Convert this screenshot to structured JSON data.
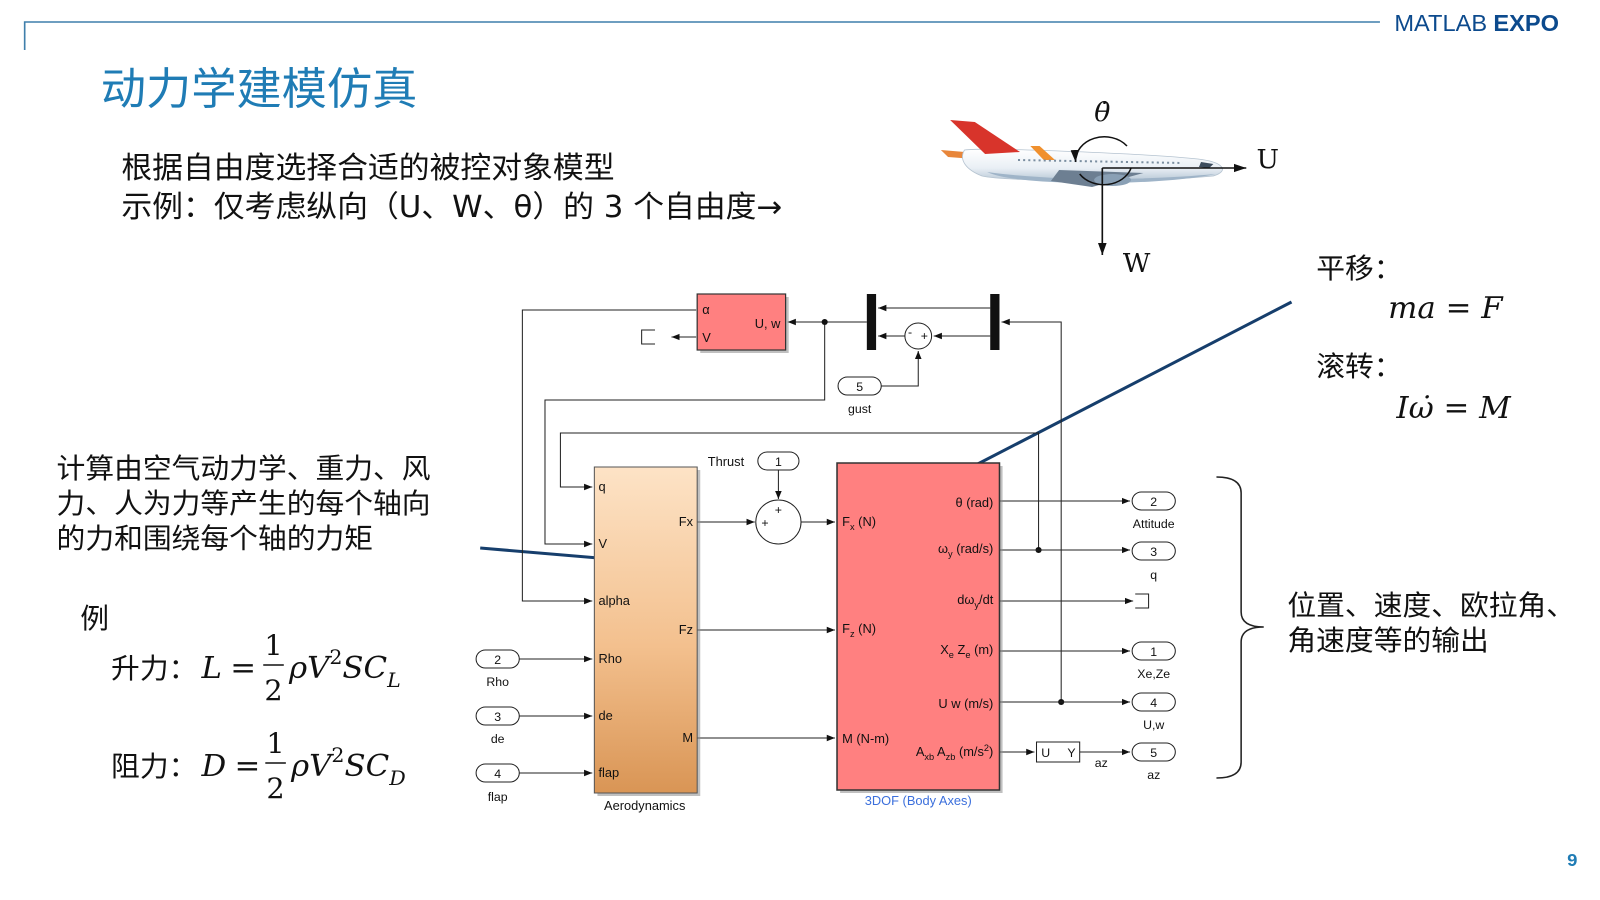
{
  "header": {
    "logo": {
      "matlab": "MATLAB",
      "expo": "EXPO"
    },
    "title": "动力学建模仿真"
  },
  "intro": {
    "line1": "根据自由度选择合适的被控对象模型",
    "line2": "示例：仅考虑纵向（U、W、θ）的 3 个自由度→"
  },
  "aircraft_axes": {
    "theta_dot": "θ̇",
    "u": "U",
    "w": "W"
  },
  "force_note": [
    "计算由空气动力学、重力、风",
    "力、人为力等产生的每个轴向",
    "的力和围绕每个轴的力矩"
  ],
  "example": {
    "heading": "例",
    "lift": {
      "label": "升力：",
      "lhs": "L",
      "eq": "=",
      "num": "1",
      "den": "2",
      "factor": "ρV",
      "power": "2",
      "coef": "SC",
      "sub": "L"
    },
    "drag": {
      "label": "阻力：",
      "lhs": "D",
      "eq": "=",
      "num": "1",
      "den": "2",
      "factor": "ρV",
      "power": "2",
      "coef": "SC",
      "sub": "D"
    }
  },
  "equations": {
    "translation_label": "平移：",
    "translation": "ma = F",
    "rotation_label": "滚转：",
    "rotation": "Iω̇ = M"
  },
  "output_note": [
    "位置、速度、欧拉角、",
    "角速度等的输出"
  ],
  "page_number": "9",
  "diagram": {
    "alpha_v_block": {
      "out1": "α",
      "out2": "V",
      "in1": "U, w"
    },
    "gust_sum": {
      "sign1": "-",
      "sign2": "+"
    },
    "gust_port": {
      "number": "5",
      "label": "gust"
    },
    "thrust_port": {
      "number": "1",
      "label": "Thrust"
    },
    "thrust_sum": {
      "sign_top": "+",
      "sign_left": "+"
    },
    "aerodynamics": {
      "name": "Aerodynamics",
      "inputs": [
        "q",
        "V",
        "alpha",
        "Rho",
        "de",
        "flap"
      ],
      "outputs": [
        "Fx",
        "Fz",
        "M"
      ]
    },
    "aero_inports": [
      {
        "number": "2",
        "label": "Rho"
      },
      {
        "number": "3",
        "label": "de"
      },
      {
        "number": "4",
        "label": "flap"
      }
    ],
    "dof_block": {
      "name": "3DOF (Body Axes)",
      "inputs": {
        "fx": {
          "a": "F",
          "sub": "x",
          "b": " (N)"
        },
        "fz": {
          "a": "F",
          "sub": "z",
          "b": " (N)"
        },
        "m": "M (N-m)"
      },
      "outputs": {
        "theta": "θ (rad)",
        "omega": {
          "a": "ω",
          "sub": "y",
          "b": " (rad/s)"
        },
        "domega": {
          "a": "dω",
          "sub": "y",
          "b": "/dt"
        },
        "pos": {
          "a": "X",
          "sub1": "e",
          "b": " Z",
          "sub2": "e",
          "c": " (m)"
        },
        "vel": "U w (m/s)",
        "acc": {
          "a": "A",
          "sub1": "xb",
          "b": " A",
          "sub2": "zb",
          "c": " (m/s",
          "sup": "2",
          "d": ")"
        }
      }
    },
    "outports": [
      {
        "number": "2",
        "label": "Attitude"
      },
      {
        "number": "3",
        "label": "q"
      },
      {
        "number": "1",
        "label": "Xe,Ze"
      },
      {
        "number": "4",
        "label": "U,w"
      },
      {
        "number": "5",
        "label": "az"
      }
    ],
    "selector": {
      "in": "U",
      "out": "Y",
      "signal_label": "az"
    }
  },
  "colors": {
    "title": "#1f7cb5",
    "logo": "#0c4a8d",
    "block_red": "#ff8080",
    "pointer": "#163e6c"
  }
}
